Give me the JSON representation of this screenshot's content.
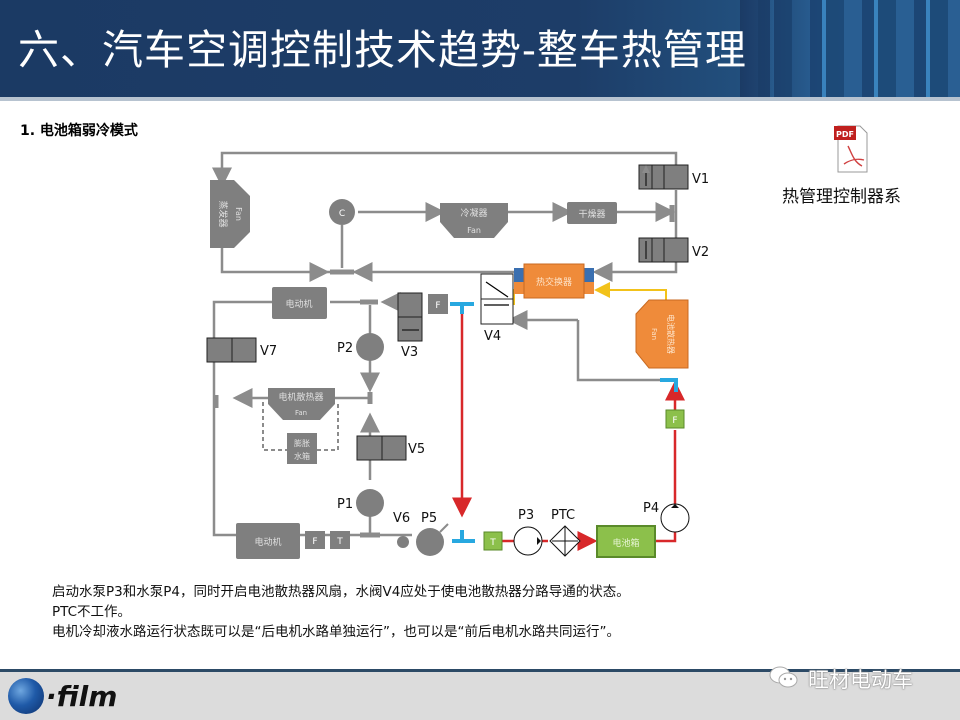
{
  "header": {
    "title": "六、汽车空调控制技术趋势-整车热管理"
  },
  "section": {
    "title": "1. 电池箱弱冷模式"
  },
  "attachment": {
    "icon": "pdf-file-icon",
    "icon_text": "PDF",
    "label": "热管理控制器系"
  },
  "diagram": {
    "components": {
      "evaporator": {
        "label": "蒸发器",
        "fan": "Fan"
      },
      "compressor": {
        "label": "C"
      },
      "condenser": {
        "label": "冷凝器",
        "fan": "Fan"
      },
      "dryer": {
        "label": "干燥器"
      },
      "heat_exchanger": {
        "label": "热交换器"
      },
      "battery_radiator": {
        "label": "电池散热器",
        "fan": "Fan"
      },
      "motor_top": {
        "label": "电动机"
      },
      "motor_bottom": {
        "label": "电动机"
      },
      "motor_radiator": {
        "label": "电机散热器",
        "fan": "Fan"
      },
      "expansion_tank": {
        "label": "膨胀水箱"
      },
      "battery_box": {
        "label": "电池箱"
      },
      "filter_v3": {
        "label": "F"
      },
      "filter_battery": {
        "label": "F"
      },
      "filter_motor": {
        "label": "F"
      },
      "temp_motor": {
        "label": "T"
      },
      "temp_battery": {
        "label": "T"
      }
    },
    "valves": {
      "v1": "V1",
      "v2": "V2",
      "v3": "V3",
      "v4": "V4",
      "v5": "V5",
      "v6": "V6",
      "v7": "V7"
    },
    "pumps": {
      "p1": "P1",
      "p2": "P2",
      "p3": "P3",
      "p4": "P4",
      "p5": "P5"
    },
    "heater": {
      "label": "PTC"
    },
    "colors": {
      "refrigerant_line": "#8c8c8c",
      "coolant_hot": "#d8282a",
      "coolant_cold": "#28a8e0",
      "radiator_loop": "#f2c21a",
      "component_gray": "#7f7f7f",
      "component_orange": "#ef8b3a",
      "component_green": "#8cc04b"
    }
  },
  "description": {
    "lines": [
      "启动水泵P3和水泵P4，同时开启电池散热器风扇，水阀V4应处于使电池散热器分路导通的状态。",
      "PTC不工作。",
      "电机冷却液水路运行状态既可以是“后电机水路单独运行”，也可以是“前后电机水路共同运行”。"
    ]
  },
  "footer": {
    "logo_text": "·film",
    "watermark": "旺材电动车",
    "watermark_icon": "wechat-icon"
  }
}
